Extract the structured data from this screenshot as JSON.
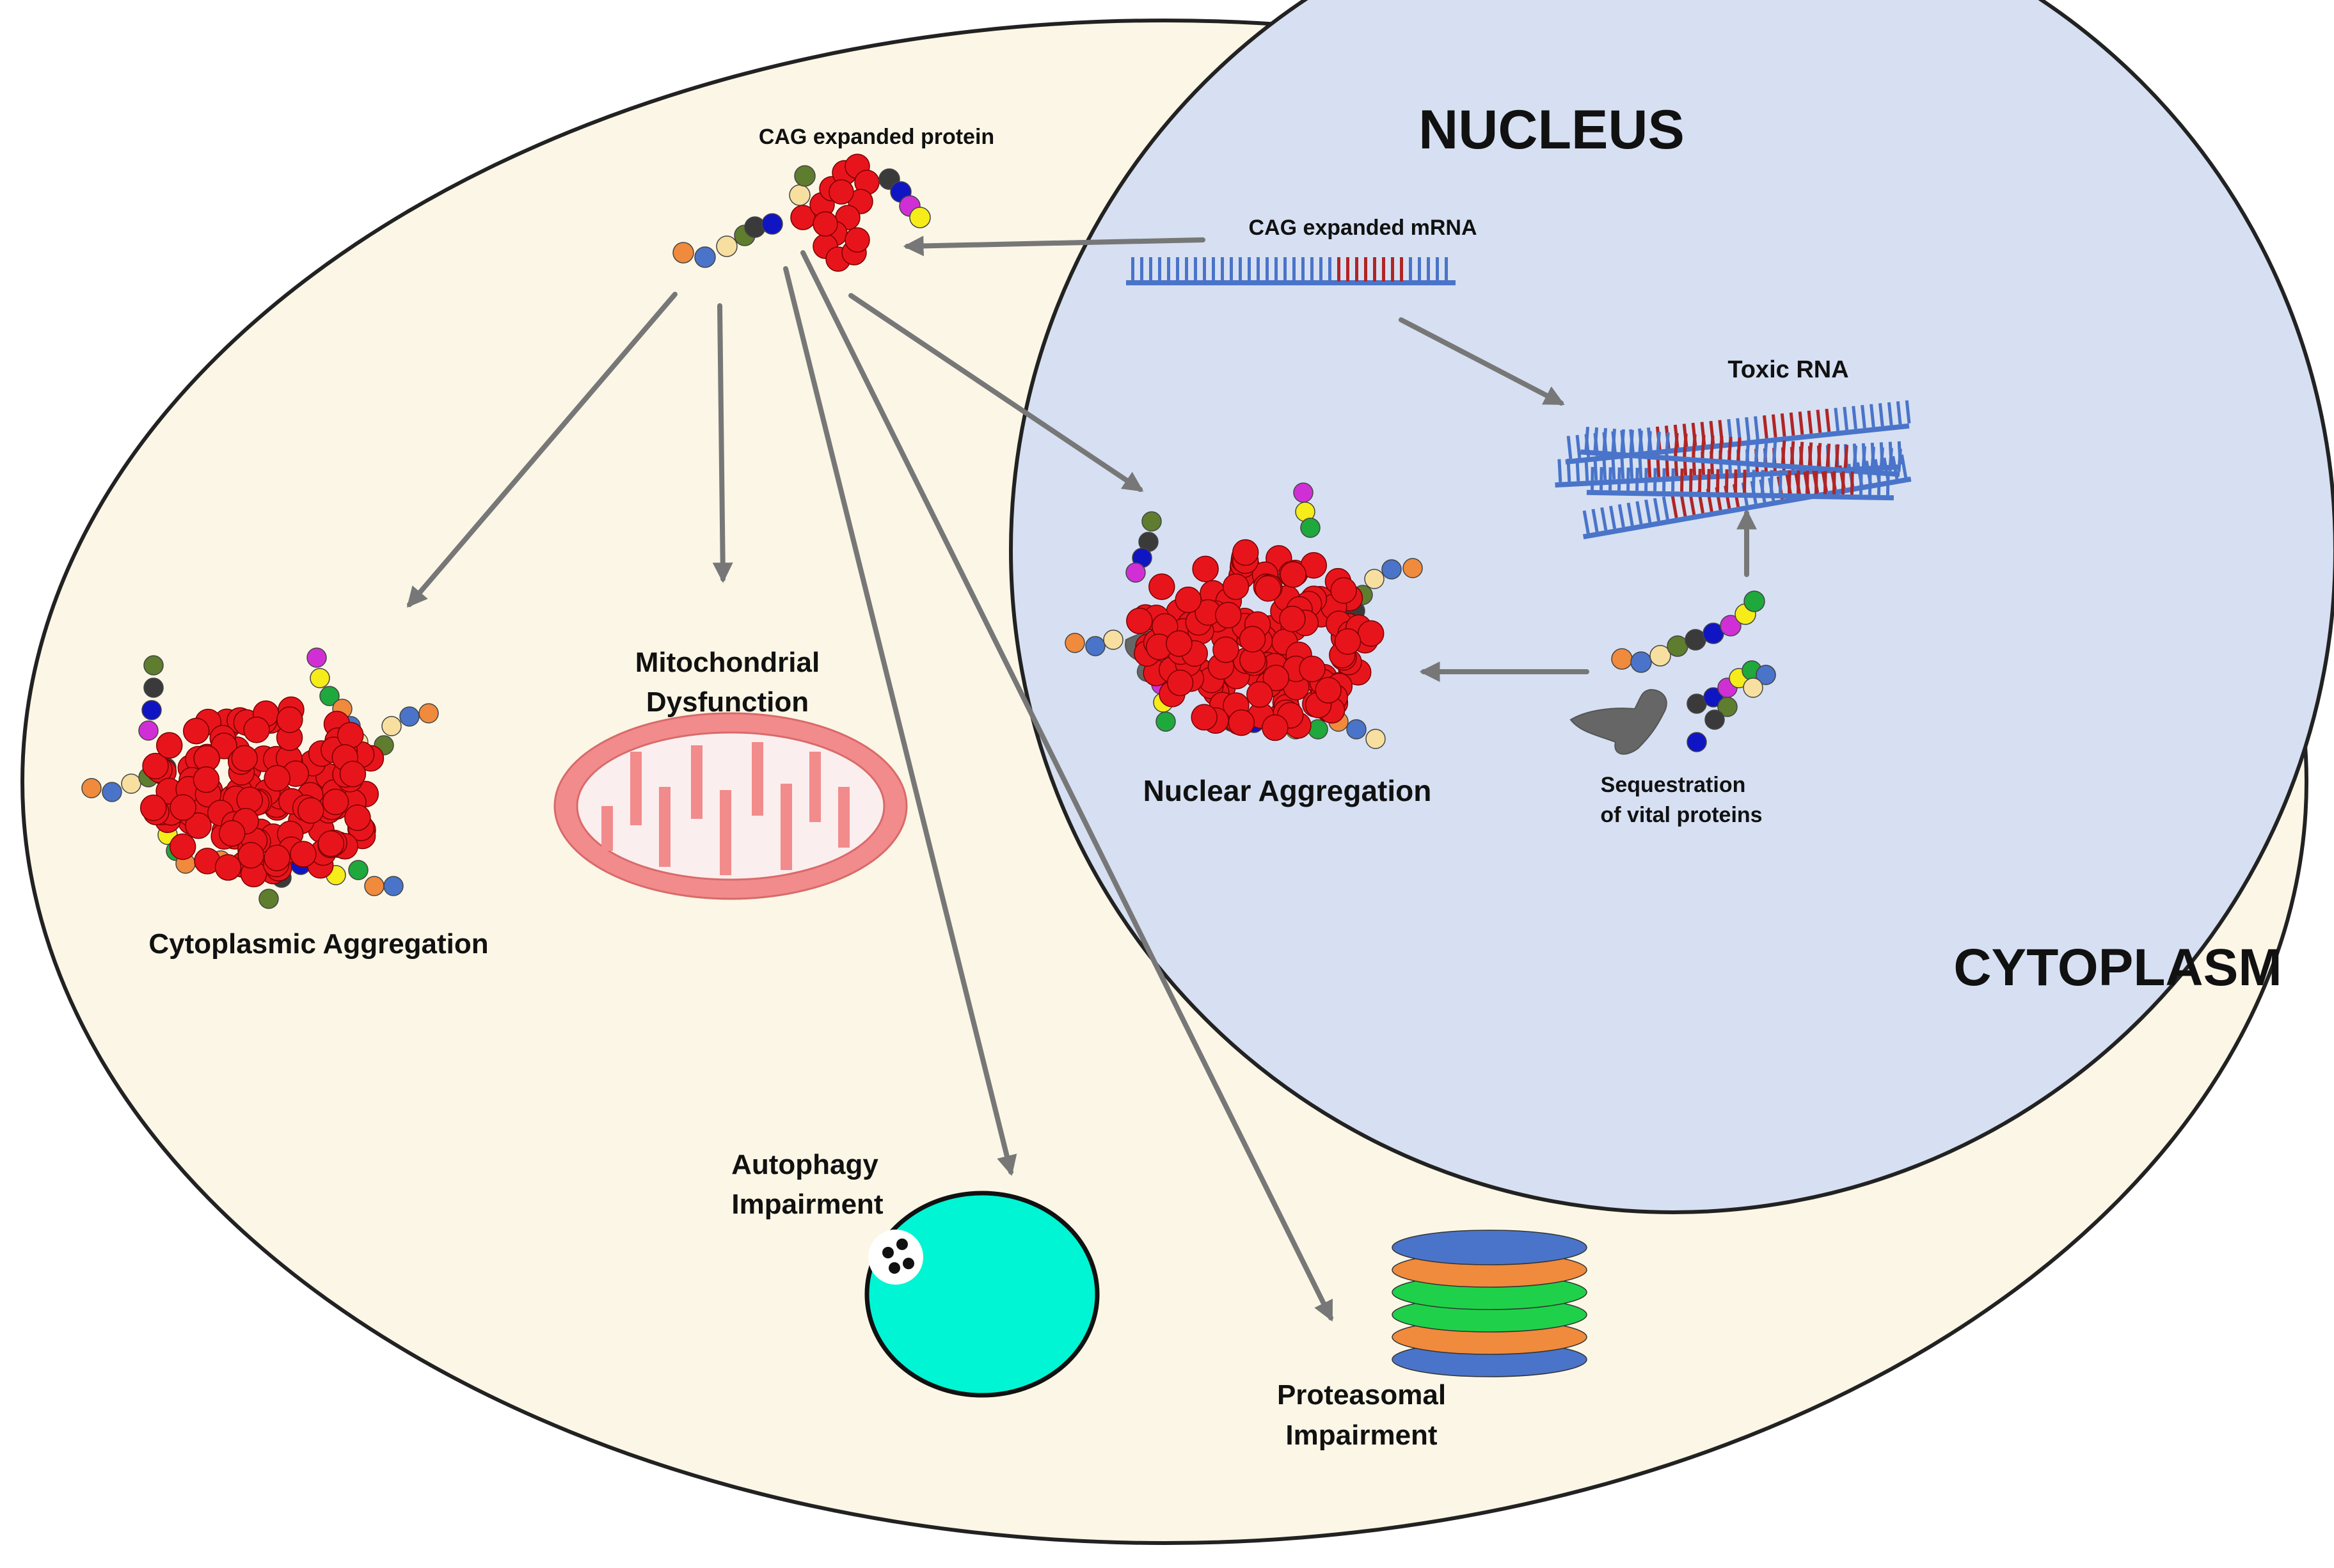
{
  "regions": {
    "cytoplasm": "CYTOPLASM",
    "nucleus": "NUCLEUS"
  },
  "labels": {
    "cag_protein": "CAG expanded protein",
    "cag_mrna": "CAG expanded mRNA",
    "toxic_rna": "Toxic RNA",
    "nuclear_aggregation": "Nuclear Aggregation",
    "sequestration_line1": "Sequestration",
    "sequestration_line2": "of vital proteins",
    "cytoplasmic_aggregation": "Cytoplasmic Aggregation",
    "mito_line1": "Mitochondrial",
    "mito_line2": "Dysfunction",
    "autophagy_line1": "Autophagy",
    "autophagy_line2": "Impairment",
    "proteasome_line1": "Proteasomal",
    "proteasome_line2": "Impairment"
  },
  "colors": {
    "cytoplasm_fill": "#fbf6e6",
    "nucleus_fill": "#d6e0f2",
    "outline": "#222222",
    "arrow": "#777777",
    "rna_blue": "#4a74c9",
    "rna_red": "#b02525",
    "polyQ_red": "#e8141c",
    "mito_pink": "#f28b8b",
    "lysosome_cyan": "#00f5d4",
    "bead_palette": [
      "#f08a3c",
      "#4a74c9",
      "#f7dfa0",
      "#5e7d2e",
      "#3a3a3a",
      "#1015c4",
      "#d12fd6",
      "#f5ec1a",
      "#1fa83c"
    ],
    "proteasome_rings": [
      "#4a74c9",
      "#f08a3c",
      "#1fd14a",
      "#1fd14a",
      "#f08a3c",
      "#4a74c9"
    ]
  },
  "icons": {
    "sequestered_protein": "grey-protein-blob-icon",
    "lysosome_cargo": "black-dots-icon"
  }
}
